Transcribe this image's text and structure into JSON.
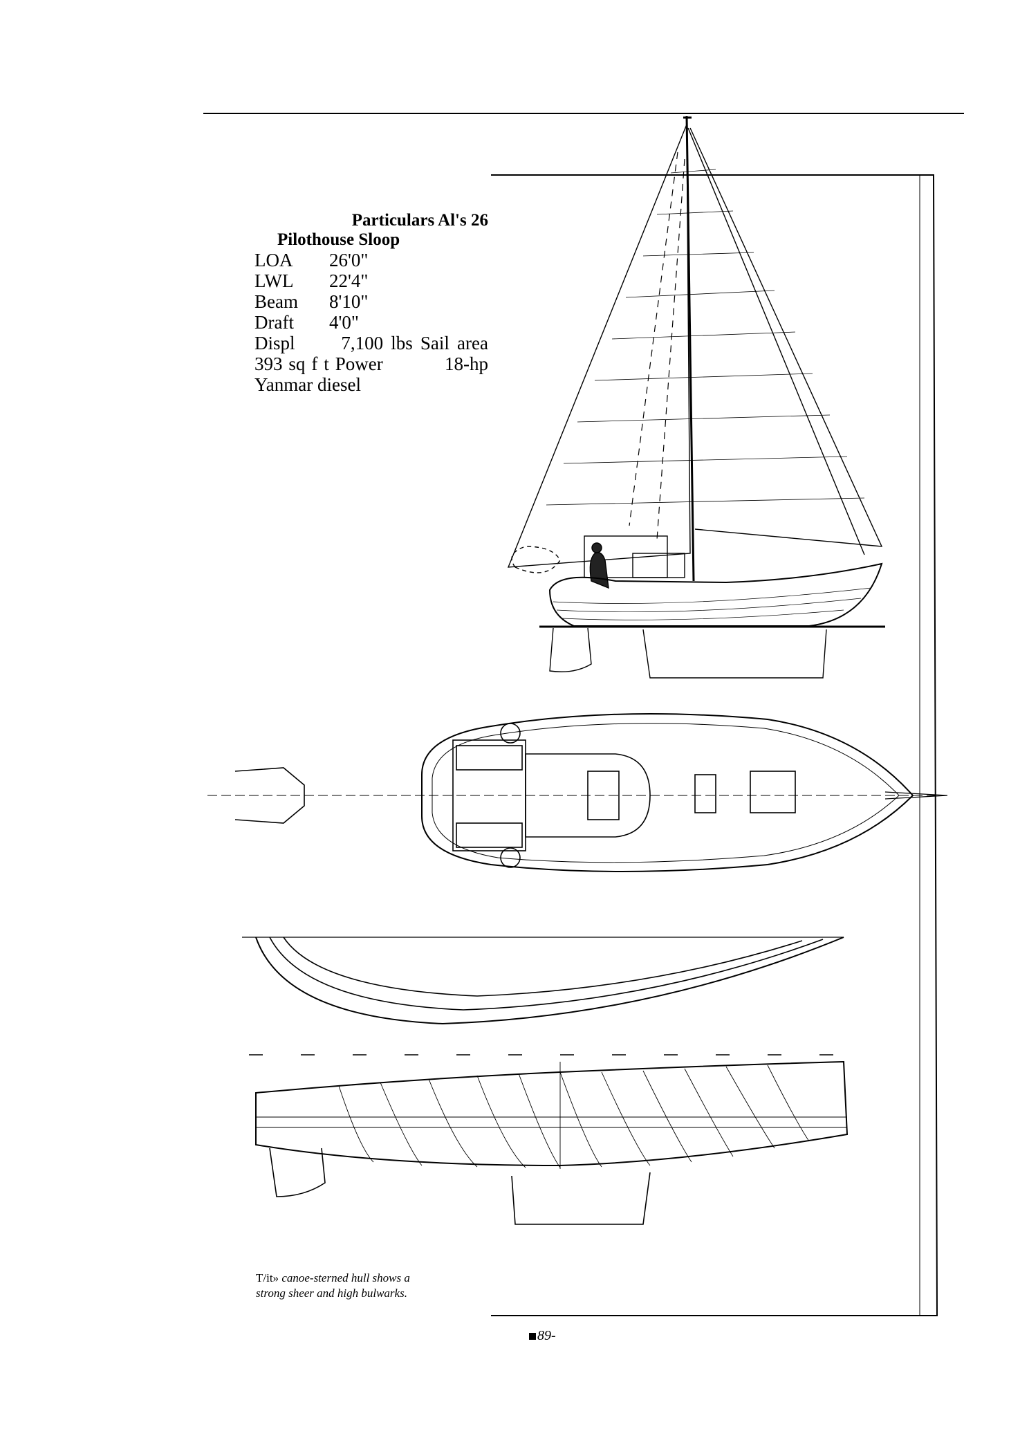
{
  "particulars": {
    "heading_line1": "Particulars Al's 26",
    "heading_line2": "Pilothouse Sloop",
    "specs": [
      {
        "label": "LOA",
        "value": "26'0\""
      },
      {
        "label": "LWL",
        "value": "22'4\""
      },
      {
        "label": "Beam",
        "value": "8'10\""
      },
      {
        "label": "Draft",
        "value": "4'0\""
      }
    ],
    "displ_line": "Displ      7,100 lbs Sail area",
    "power_line": "393 sq f t Power          18-hp",
    "engine_line": "Yanmar diesel"
  },
  "caption": {
    "prefix": "T/it»",
    "text_line1": "canoe-sterned hull shows a",
    "text_line2": "strong sheer and high bulwarks."
  },
  "page_number": "89-"
}
